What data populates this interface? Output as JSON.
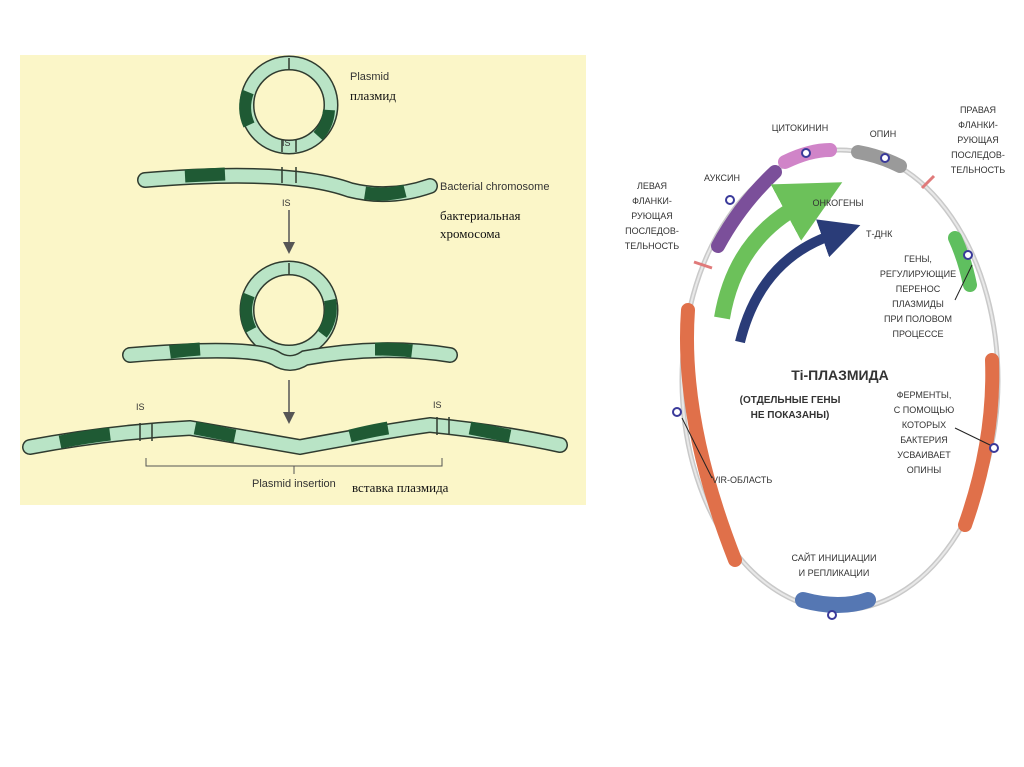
{
  "left_diagram": {
    "plasmid_en": "Plasmid",
    "plasmid_ru": "плазмид",
    "is_top": "IS",
    "is_mid": "IS",
    "chrom_en": "Bacterial chromosome",
    "chrom_ru_1": "бактериальная",
    "chrom_ru_2": "хромосома",
    "is_left": "IS",
    "is_right": "IS",
    "insertion_en": "Plasmid insertion",
    "insertion_ru": "вставка плазмида"
  },
  "ti_plasmid": {
    "title": "Ti-ПЛАЗМИДА",
    "subtitle_1": "(ОТДЕЛЬНЫЕ ГЕНЫ",
    "subtitle_2": "НЕ ПОКАЗАНЫ)",
    "cytokinin": "ЦИТОКИНИН",
    "opine": "ОПИН",
    "auxin": "АУКСИН",
    "oncogenes": "ОНКОГЕНЫ",
    "t_dna": "Т-ДНК",
    "vir": "VIR-ОБЛАСТЬ",
    "ori_1": "САЙТ ИНИЦИАЦИИ",
    "ori_2": "И РЕПЛИКАЦИИ",
    "left_flank": [
      "ЛЕВАЯ",
      "ФЛАНКИ-",
      "РУЮЩАЯ",
      "ПОСЛЕДОВ-",
      "ТЕЛЬНОСТЬ"
    ],
    "right_flank": [
      "ПРАВАЯ",
      "ФЛАНКИ-",
      "РУЮЩАЯ",
      "ПОСЛЕДОВ-",
      "ТЕЛЬНОСТЬ"
    ],
    "transfer_genes": [
      "ГЕНЫ,",
      "РЕГУЛИРУЮЩИЕ",
      "ПЕРЕНОС",
      "ПЛАЗМИДЫ",
      "ПРИ ПОЛОВОМ",
      "ПРОЦЕССЕ"
    ],
    "enzymes": [
      "ФЕРМЕНТЫ,",
      "С ПОМОЩЬЮ",
      "КОТОРЫХ",
      "БАКТЕРИЯ",
      "УСВАИВАЕТ",
      "ОПИНЫ"
    ]
  }
}
